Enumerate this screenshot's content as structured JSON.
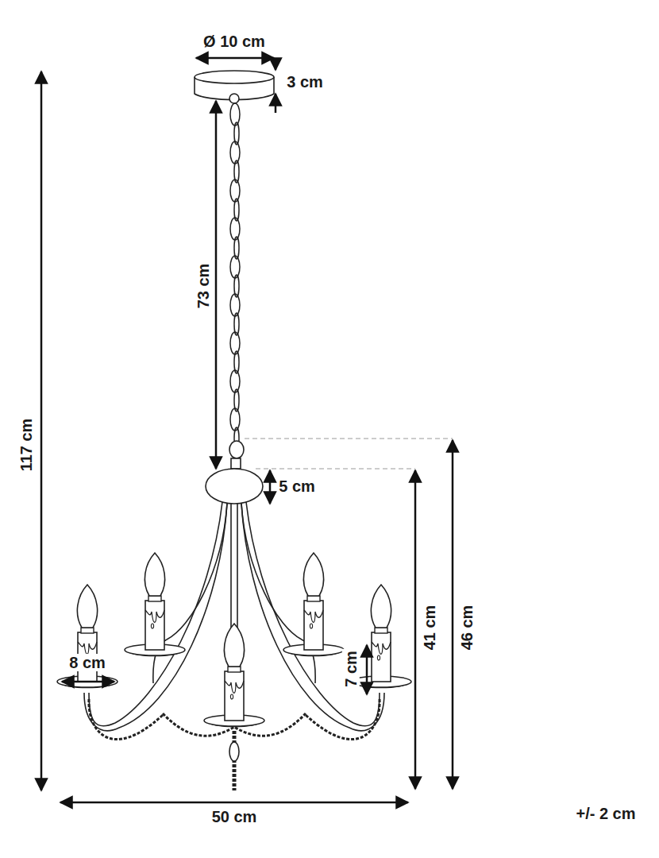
{
  "diagram": {
    "labels": [
      "Ø 10 cm",
      "3 cm",
      "73 cm",
      "117 cm",
      "5 cm",
      "41 cm",
      "46 cm",
      "8 cm",
      "7 cm",
      "50 cm",
      "+/- 2 cm"
    ]
  }
}
